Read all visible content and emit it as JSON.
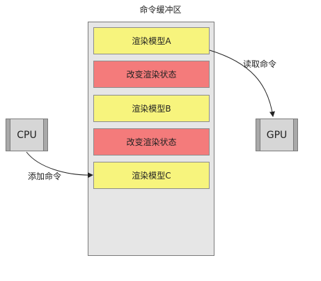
{
  "diagram": {
    "buffer_title": "命令缓冲区",
    "commands": [
      {
        "label": "渲染模型A",
        "color": "#f7f47d"
      },
      {
        "label": "改变渲染状态",
        "color": "#f47b7b"
      },
      {
        "label": "渲染模型B",
        "color": "#f7f47d"
      },
      {
        "label": "改变渲染状态",
        "color": "#f47b7b"
      },
      {
        "label": "渲染模型C",
        "color": "#f7f47d"
      }
    ],
    "cpu_label": "CPU",
    "gpu_label": "GPU",
    "read_label": "读取命令",
    "add_label": "添加命令"
  }
}
